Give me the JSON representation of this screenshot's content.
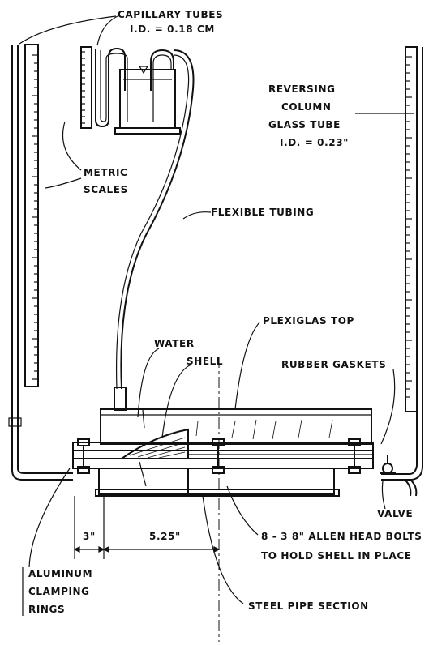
{
  "labels": {
    "capillary_line1": "CAPILLARY TUBES",
    "capillary_line2": "I.D. = 0.18 CM",
    "reversing_line1": "REVERSING",
    "reversing_line2": "COLUMN",
    "reversing_line3": "GLASS TUBE",
    "reversing_line4": "I.D. = 0.23\"",
    "metric_line1": "METRIC",
    "metric_line2": "SCALES",
    "flexible_tubing": "FLEXIBLE TUBING",
    "plexiglas_top": "PLEXIGLAS TOP",
    "water": "WATER",
    "shell": "SHELL",
    "rubber_gaskets": "RUBBER GASKETS",
    "valve": "VALVE",
    "dim_3": "3\"",
    "dim_525": "5.25\"",
    "bolts_line1": "8 - 3 8\" ALLEN HEAD BOLTS",
    "bolts_line2": "TO HOLD SHELL IN PLACE",
    "aluminum_line1": "ALUMINUM",
    "aluminum_line2": "CLAMPING",
    "aluminum_line3": "RINGS",
    "steel_pipe": "STEEL PIPE SECTION"
  }
}
